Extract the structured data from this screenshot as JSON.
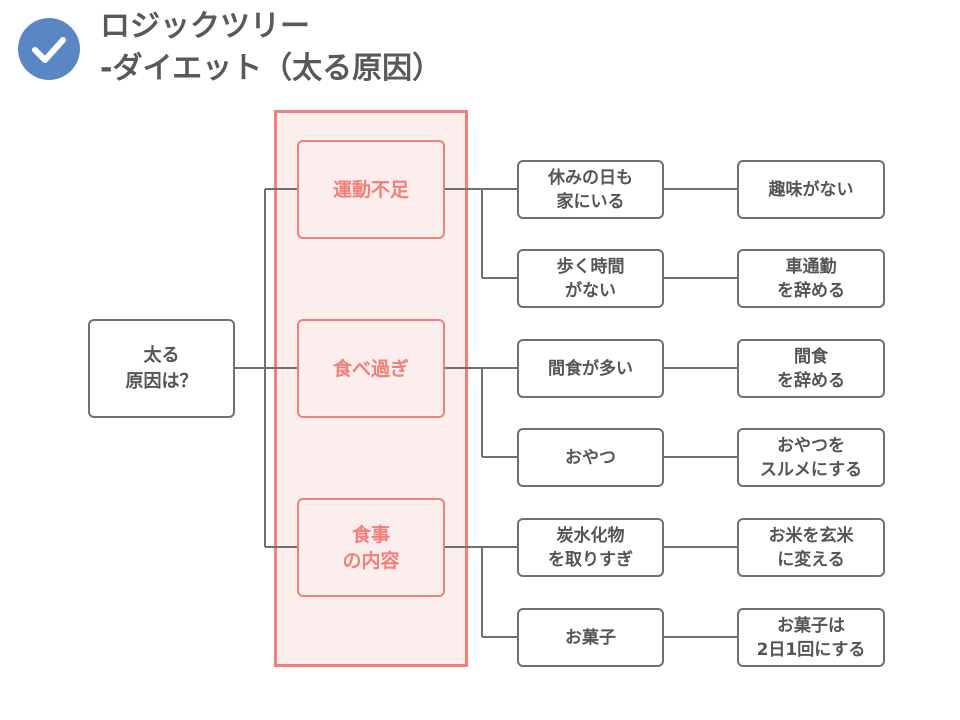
{
  "header": {
    "title_line1": "ロジックツリー",
    "title_line2": "-ダイエット（太る原因）",
    "icon": "check-circle-icon",
    "icon_color": "#5b86c5"
  },
  "colors": {
    "accent": "#f0807a",
    "accent_fill": "#fdeeee",
    "line": "#707070",
    "text": "#555555"
  },
  "tree": {
    "root": "太る\n原因は？",
    "categories": [
      {
        "label": "運動不足",
        "causes": [
          {
            "cause": "休みの日も\n家にいる",
            "solution": "趣味がない"
          },
          {
            "cause": "歩く時間\nがない",
            "solution": "車通勤\nを辞める"
          }
        ]
      },
      {
        "label": "食べ過ぎ",
        "causes": [
          {
            "cause": "間食が多い",
            "solution": "間食\nを辞める"
          },
          {
            "cause": "おやつ",
            "solution": "おやつを\nスルメにする"
          }
        ]
      },
      {
        "label": "食事\nの内容",
        "causes": [
          {
            "cause": "炭水化物\nを取りすぎ",
            "solution": "お米を玄米\nに変える"
          },
          {
            "cause": "お菓子",
            "solution": "お菓子は\n2日1回にする"
          }
        ]
      }
    ]
  }
}
